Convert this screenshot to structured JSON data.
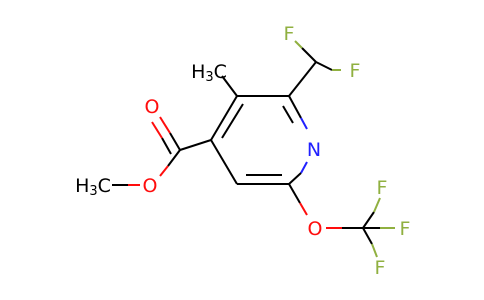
{
  "colors": {
    "background": "#ffffff",
    "carbon_bond": "#000000",
    "fluorine": "#90b040",
    "oxygen": "#ff0d0d",
    "nitrogen": "#2020ff"
  },
  "atoms": {
    "f_top": "F",
    "f_right": "F",
    "ch3_top_main": "H",
    "ch3_top_sub": "3",
    "ch3_top_tail": "C",
    "carbonyl_o": "O",
    "ester_o": "O",
    "ch3_ester_main": "H",
    "ch3_ester_sub": "3",
    "ch3_ester_tail": "C",
    "ring_n": "N",
    "ether_o": "O",
    "cf3_f1": "F",
    "cf3_f2": "F",
    "cf3_f3": "F"
  }
}
